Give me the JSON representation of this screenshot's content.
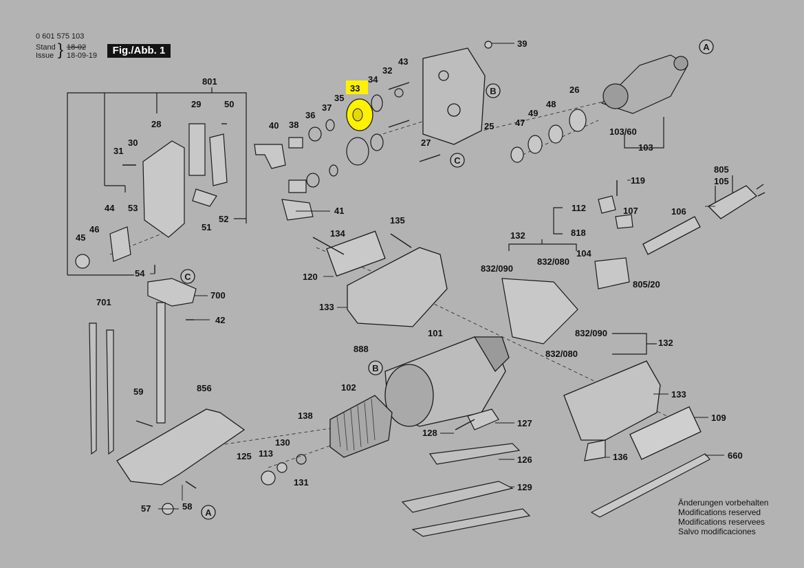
{
  "header": {
    "part_no": "0 601 575 103",
    "stand_label": "Stand",
    "issue_label": "Issue",
    "stand_value": "18-02",
    "issue_value": "18-09-19",
    "figure_label": "Fig./Abb. 1"
  },
  "highlight_color": "#fff200",
  "highlighted_part": "33",
  "notice": [
    "Änderungen vorbehalten",
    "Modifications reserved",
    "Modifications reservees",
    "Salvo modificaciones"
  ],
  "callouts": [
    "A",
    "B",
    "C"
  ],
  "part_labels": [
    "39",
    "43",
    "32",
    "34",
    "33",
    "35",
    "37",
    "36",
    "38",
    "40",
    "25",
    "27",
    "41",
    "801",
    "29",
    "50",
    "28",
    "31",
    "30",
    "44",
    "53",
    "46",
    "45",
    "52",
    "51",
    "54",
    "700",
    "42",
    "701",
    "59",
    "856",
    "58",
    "57",
    "125",
    "113",
    "130",
    "131",
    "138",
    "102",
    "888",
    "101",
    "135",
    "134",
    "120",
    "133",
    "127",
    "128",
    "126",
    "129",
    "132",
    "832/090",
    "832/080",
    "104",
    "818",
    "112",
    "107",
    "119",
    "106",
    "805",
    "105",
    "805/20",
    "109",
    "136",
    "660",
    "26",
    "48",
    "49",
    "47",
    "103/60",
    "103"
  ]
}
